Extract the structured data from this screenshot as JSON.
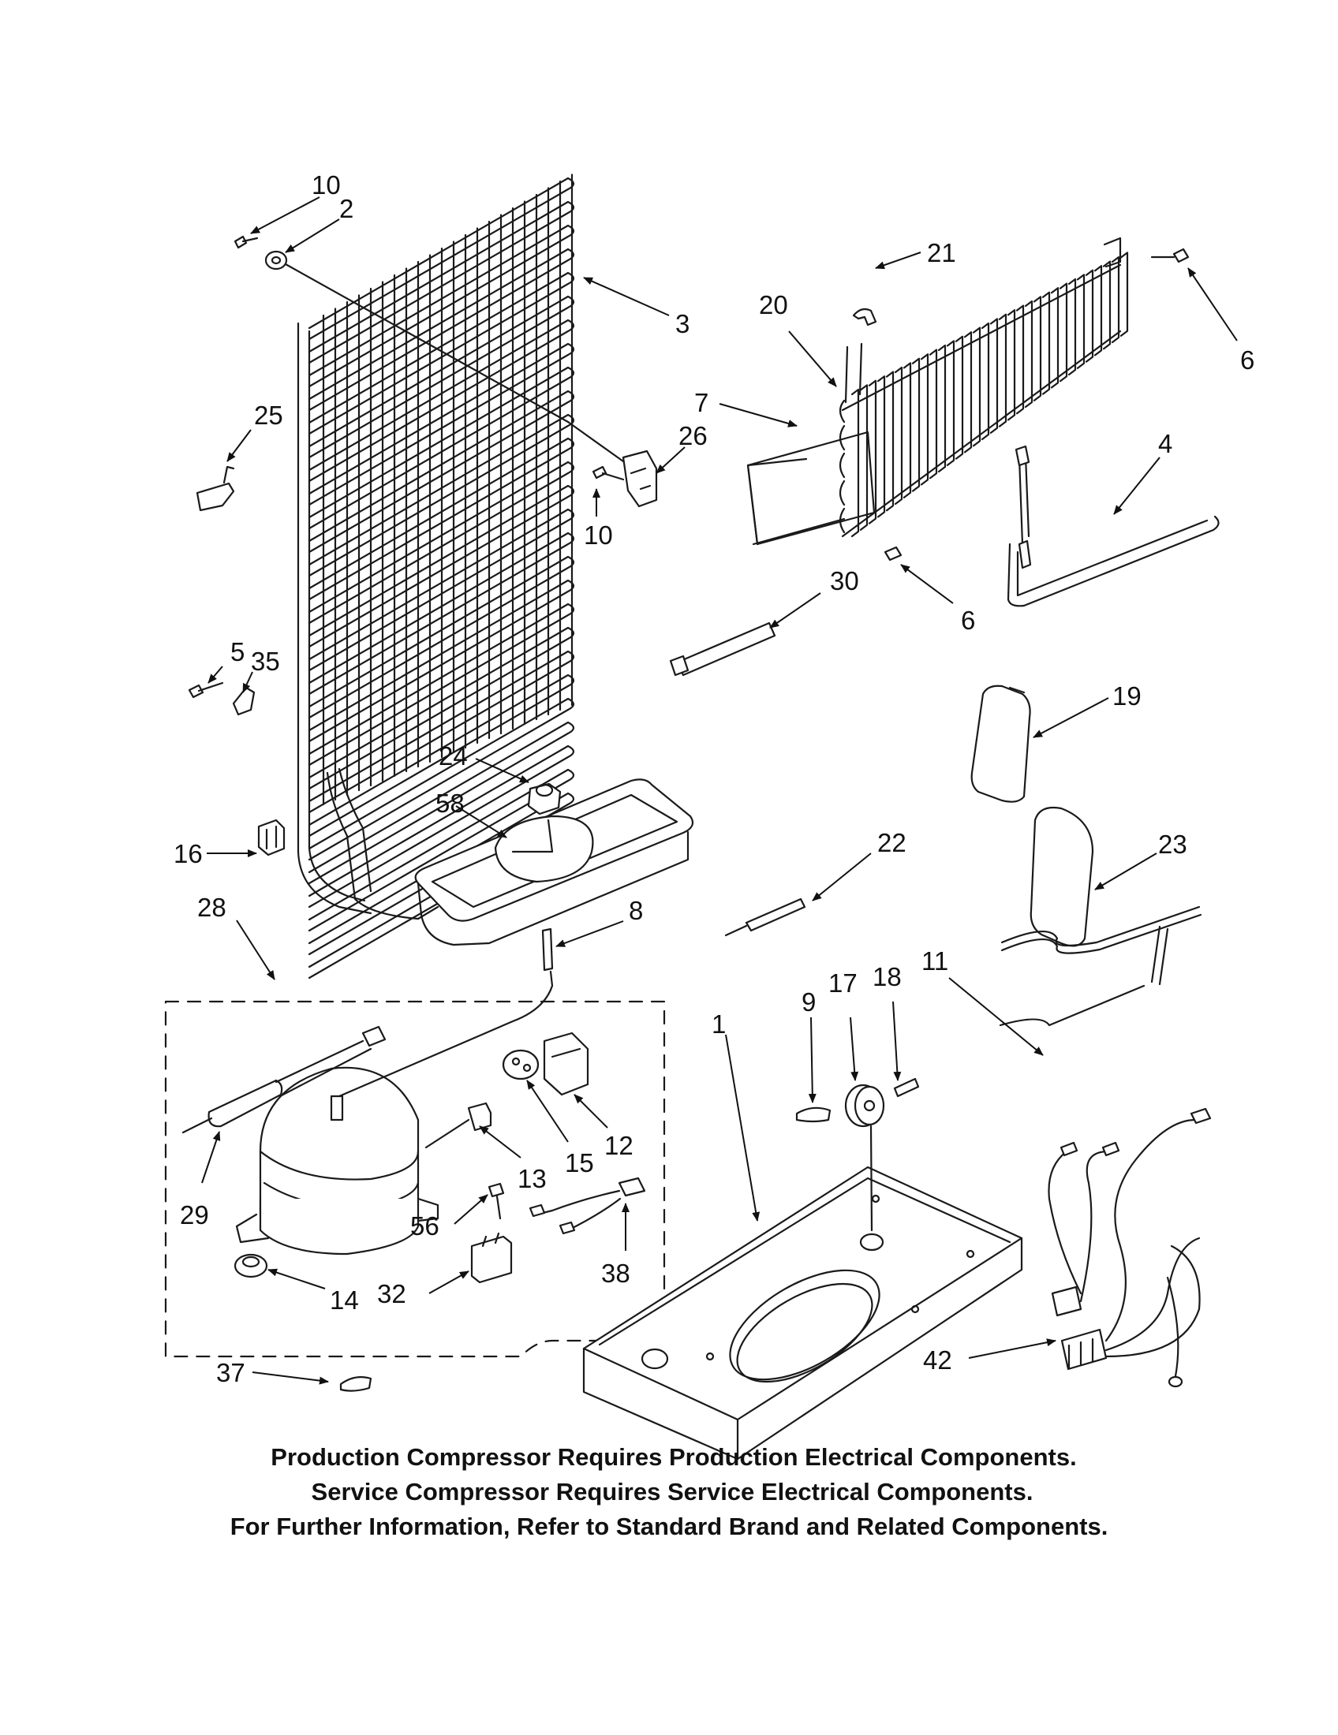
{
  "callouts": [
    {
      "id": "c10a",
      "text": "10"
    },
    {
      "id": "c2",
      "text": "2"
    },
    {
      "id": "c3",
      "text": "3"
    },
    {
      "id": "c25",
      "text": "25"
    },
    {
      "id": "c26",
      "text": "26"
    },
    {
      "id": "c10b",
      "text": "10"
    },
    {
      "id": "c5",
      "text": "5"
    },
    {
      "id": "c35",
      "text": "35"
    },
    {
      "id": "c24",
      "text": "24"
    },
    {
      "id": "c58",
      "text": "58"
    },
    {
      "id": "c16",
      "text": "16"
    },
    {
      "id": "c28",
      "text": "28"
    },
    {
      "id": "c8",
      "text": "8"
    },
    {
      "id": "c20",
      "text": "20"
    },
    {
      "id": "c21",
      "text": "21"
    },
    {
      "id": "c6a",
      "text": "6"
    },
    {
      "id": "c7",
      "text": "7"
    },
    {
      "id": "c4",
      "text": "4"
    },
    {
      "id": "c6b",
      "text": "6"
    },
    {
      "id": "c30",
      "text": "30"
    },
    {
      "id": "c19",
      "text": "19"
    },
    {
      "id": "c22",
      "text": "22"
    },
    {
      "id": "c23",
      "text": "23"
    },
    {
      "id": "c9",
      "text": "9"
    },
    {
      "id": "c17",
      "text": "17"
    },
    {
      "id": "c18",
      "text": "18"
    },
    {
      "id": "c11",
      "text": "11"
    },
    {
      "id": "c1",
      "text": "1"
    },
    {
      "id": "c12",
      "text": "12"
    },
    {
      "id": "c15",
      "text": "15"
    },
    {
      "id": "c13",
      "text": "13"
    },
    {
      "id": "c29",
      "text": "29"
    },
    {
      "id": "c56",
      "text": "56"
    },
    {
      "id": "c38",
      "text": "38"
    },
    {
      "id": "c14",
      "text": "14"
    },
    {
      "id": "c32",
      "text": "32"
    },
    {
      "id": "c37",
      "text": "37"
    },
    {
      "id": "c42",
      "text": "42"
    }
  ],
  "footer": {
    "line1": "Production Compressor Requires Production Electrical Components.",
    "line2": "Service Compressor Requires Service Electrical Components.",
    "line3": "For Further Information, Refer to Standard Brand and Related Components."
  }
}
